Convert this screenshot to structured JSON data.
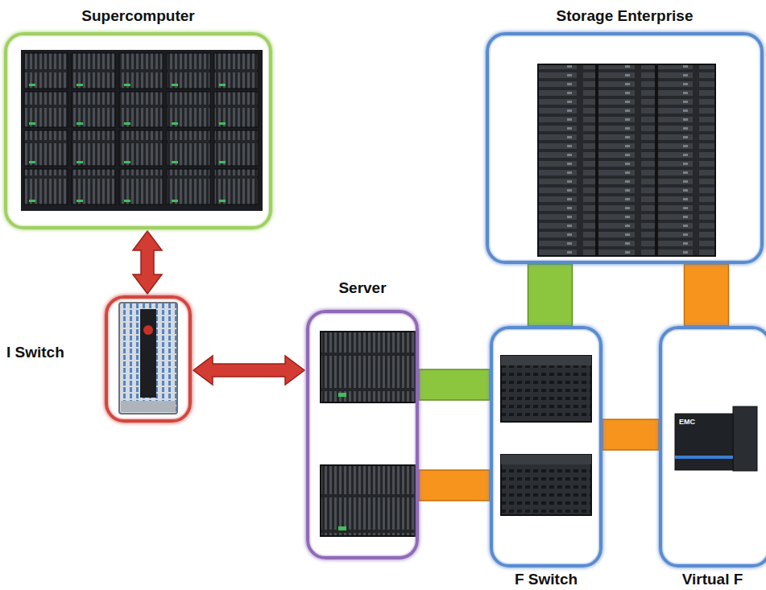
{
  "diagram": {
    "nodes": [
      {
        "text": [
          "Supercomputer"
        ]
      },
      {
        "text": [
          "Storage Enterprise"
        ]
      },
      {
        "text": [
          "I Switch"
        ]
      },
      {
        "text": [
          "Server"
        ]
      },
      {
        "text": [
          "F Switch"
        ]
      },
      {
        "text": [
          "Virtual F"
        ]
      }
    ],
    "edges": [
      {
        "from": 0,
        "to": 2,
        "arrow": "both"
      },
      {
        "from": 2,
        "to": 3,
        "arrow": "both"
      },
      {
        "from": 3,
        "to": 4,
        "arrow": "none"
      },
      {
        "from": 3,
        "to": 4,
        "arrow": "none"
      },
      {
        "from": 1,
        "to": 4,
        "arrow": "none"
      },
      {
        "from": 1,
        "to": 5,
        "arrow": "none"
      },
      {
        "from": 4,
        "to": 5,
        "arrow": "none"
      }
    ],
    "labels": [
      "EMC"
    ]
  }
}
